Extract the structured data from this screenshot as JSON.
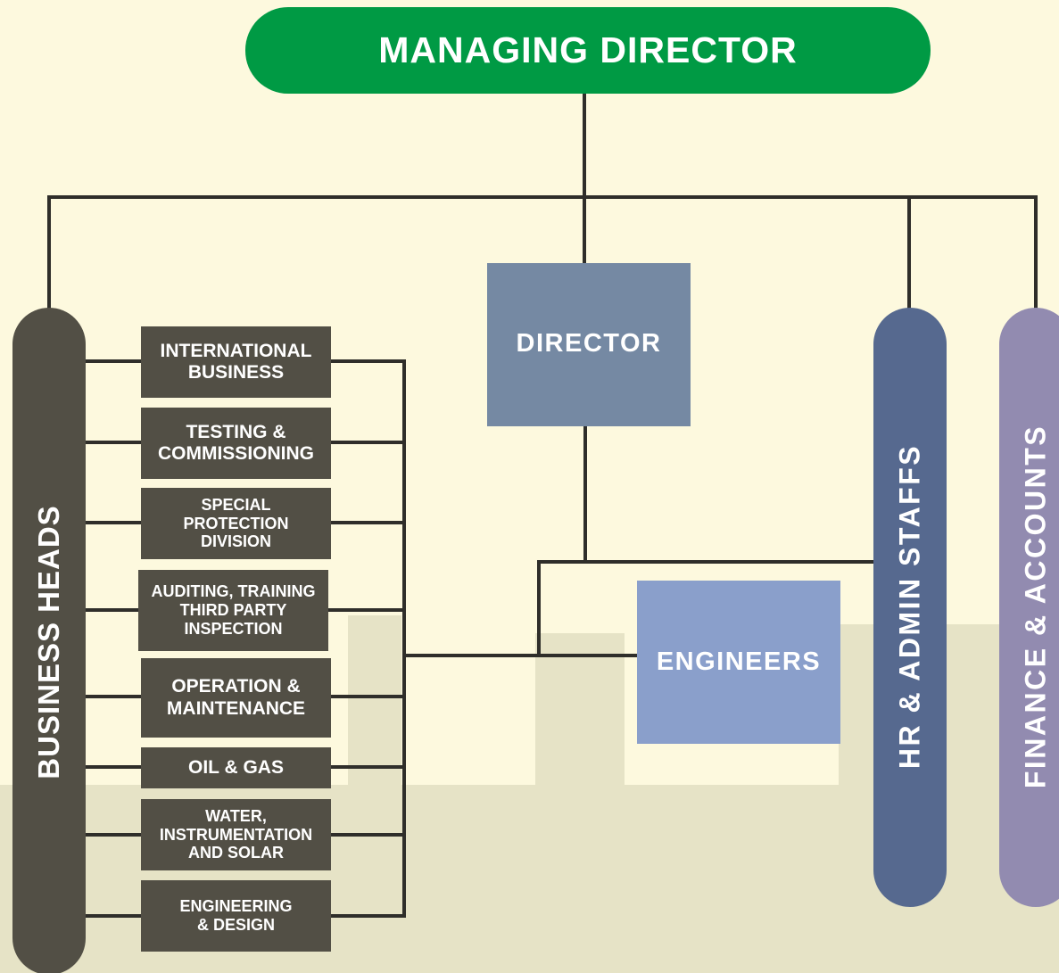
{
  "managing_director": "MANAGING DIRECTOR",
  "director": "DIRECTOR",
  "engineers": "ENGINEERS",
  "business_heads": "BUSINESS HEADS",
  "hr_admin": "HR & ADMIN STAFFS",
  "finance_accounts": "FINANCE & ACCOUNTS",
  "departments": [
    "INTERNATIONAL\nBUSINESS",
    "TESTING &\nCOMMISSIONING",
    "SPECIAL\nPROTECTION\nDIVISION",
    "AUDITING, TRAINING\nTHIRD PARTY\nINSPECTION",
    "OPERATION &\nMAINTENANCE",
    "OIL & GAS",
    "WATER,\nINSTRUMENTATION\nAND SOLAR",
    "ENGINEERING\n& DESIGN"
  ],
  "colors": {
    "background": "#fdf9de",
    "managing_director": "#009a44",
    "director": "#7589a3",
    "engineers": "#8a9fcb",
    "business_heads": "#524f45",
    "hr_admin": "#56698f",
    "finance_accounts": "#928bb0",
    "connector": "#2f2e2a"
  }
}
